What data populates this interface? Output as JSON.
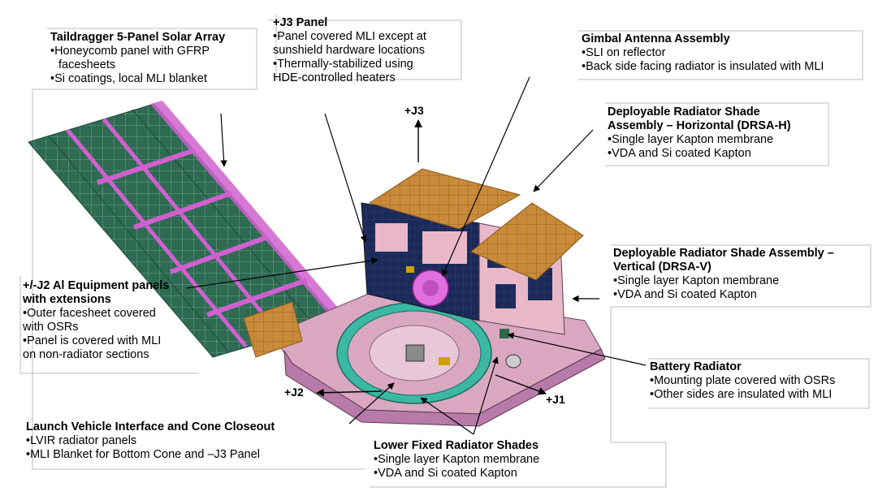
{
  "callouts": {
    "solar_array": {
      "title": "Taildragger 5-Panel Solar Array",
      "lines": [
        "•Honeycomb panel with GFRP",
        "facesheets",
        "•Si coatings, local MLI blanket"
      ]
    },
    "j3_panel": {
      "title": "+J3 Panel",
      "lines": [
        "•Panel covered MLI except at",
        "sunshield hardware locations",
        "•Thermally-stabilized using",
        "HDE-controlled heaters"
      ]
    },
    "gimbal": {
      "title": "Gimbal Antenna Assembly",
      "lines": [
        "•SLI on reflector",
        "•Back side facing radiator is insulated with MLI"
      ]
    },
    "drsa_h": {
      "title": [
        "Deployable Radiator Shade",
        "Assembly – Horizontal (DRSA-H)"
      ],
      "lines": [
        "•Single layer Kapton membrane",
        "•VDA and Si coated Kapton"
      ]
    },
    "drsa_v": {
      "title": [
        "Deployable Radiator Shade Assembly –",
        "Vertical (DRSA-V)"
      ],
      "lines": [
        "•Single layer Kapton membrane",
        "•VDA and Si coated Kapton"
      ]
    },
    "j2_panels": {
      "title": [
        "+/-J2 Al Equipment panels",
        "with extensions"
      ],
      "lines": [
        "•Outer facesheet covered",
        "with OSRs",
        "•Panel is covered with MLI",
        "on non-radiator sections"
      ]
    },
    "battery": {
      "title": "Battery Radiator",
      "lines": [
        "•Mounting plate covered with OSRs",
        "•Other sides are insulated with MLI"
      ]
    },
    "lv_interface": {
      "title": "Launch Vehicle Interface and Cone Closeout",
      "lines": [
        "•LVIR radiator panels",
        "•MLI Blanket for Bottom Cone and –J3 Panel"
      ]
    },
    "lower_shades": {
      "title": "Lower Fixed Radiator Shades",
      "lines": [
        "•Single layer Kapton membrane",
        "•VDA and Si coated Kapton"
      ]
    }
  },
  "axes": {
    "j3": "+J3",
    "j2": "+J2",
    "j1": "+J1"
  },
  "colors": {
    "solar_cell": "#2e6b52",
    "solar_grid": "#7fb3a0",
    "radiator_shade": "#c98a3a",
    "panel_pink": "#e8b8c8",
    "panel_dark": "#1c2a5a",
    "magenta": "#d060d0",
    "ring_teal": "#3bb8a4",
    "base_pink": "#d9a8c0"
  }
}
